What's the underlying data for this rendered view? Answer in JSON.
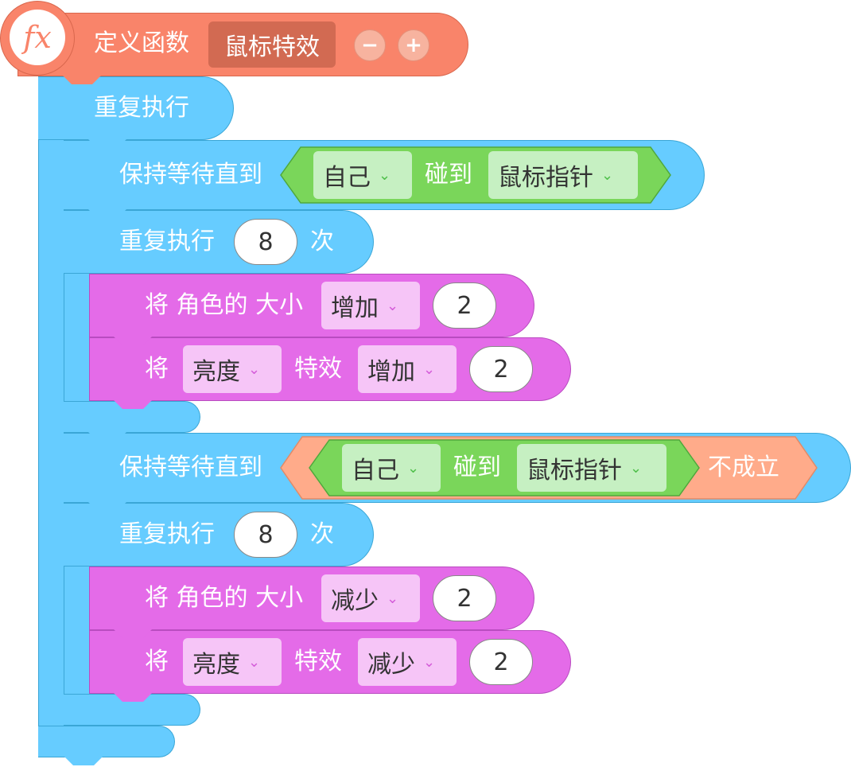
{
  "define_block": {
    "fx_label": "fx",
    "keyword": "定义函数",
    "function_name": "鼠标特效",
    "minus_label": "−",
    "plus_label": "+"
  },
  "repeat_forever": {
    "label": "重复执行"
  },
  "wait_until_1": {
    "label": "保持等待直到",
    "touch": {
      "target": "自己",
      "verb": "碰到",
      "object": "鼠标指针"
    }
  },
  "repeat_1": {
    "label": "重复执行",
    "count": "8",
    "times": "次",
    "size_block": {
      "prefix": "将 角色的 大小",
      "op": "增加",
      "value": "2"
    },
    "effect_block": {
      "prefix": "将",
      "effect": "亮度",
      "mid": "特效",
      "op": "增加",
      "value": "2"
    }
  },
  "wait_until_2": {
    "label": "保持等待直到",
    "touch": {
      "target": "自己",
      "verb": "碰到",
      "object": "鼠标指针"
    },
    "not_label": "不成立"
  },
  "repeat_2": {
    "label": "重复执行",
    "count": "8",
    "times": "次",
    "size_block": {
      "prefix": "将 角色的 大小",
      "op": "减少",
      "value": "2"
    },
    "effect_block": {
      "prefix": "将",
      "effect": "亮度",
      "mid": "特效",
      "op": "减少",
      "value": "2"
    }
  },
  "colors": {
    "control_blue": "#66ccff",
    "looks_pink": "#e46be8",
    "sensing_green": "#7ad65a",
    "operator_orange": "#ffab8a",
    "function_orange": "#f9846a"
  }
}
